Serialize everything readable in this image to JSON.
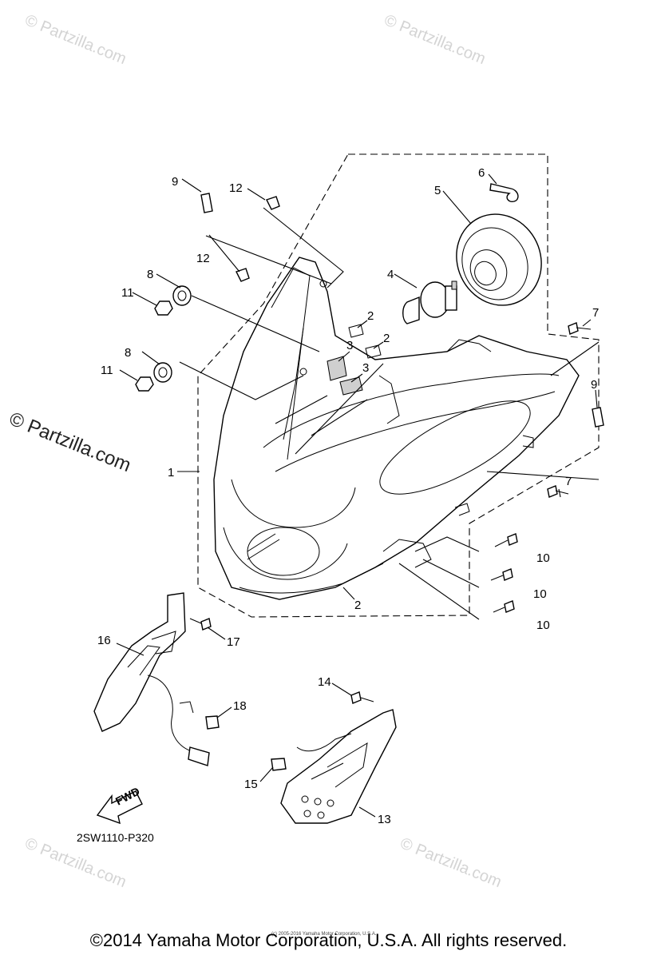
{
  "watermark": "© Partzilla.com",
  "callouts": [
    "1",
    "2",
    "2",
    "2",
    "3",
    "3",
    "4",
    "5",
    "6",
    "7",
    "7",
    "8",
    "8",
    "9",
    "9",
    "10",
    "10",
    "10",
    "11",
    "11",
    "12",
    "12",
    "13",
    "14",
    "15",
    "16",
    "17",
    "18"
  ],
  "fwd_label": "FWD",
  "diagram_code": "2SW1110-P320",
  "fine_print": "(c) 2005-2016 Yamaha Motor Corporation, U.S.A.",
  "copyright": "©2014 Yamaha Motor Corporation, U.S.A. All rights reserved."
}
